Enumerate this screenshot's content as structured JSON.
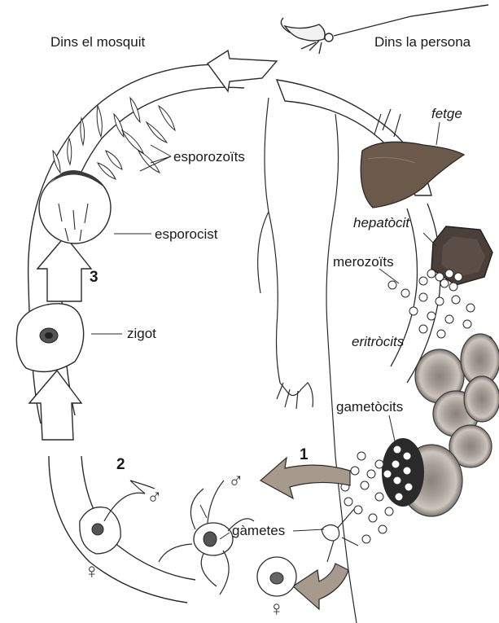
{
  "header": {
    "left_title": "Dins el mosquit",
    "right_title": "Dins la persona"
  },
  "labels": {
    "fetge": "fetge",
    "esporozoits": "esporozoïts",
    "hepatocit": "hepatòcit",
    "esporocist": "esporocist",
    "merozoits": "merozoïts",
    "zigot": "zigot",
    "eritrocits": "eritròcits",
    "gametocits": "gametòcits",
    "gametes": "gàmetes"
  },
  "steps": {
    "one": "1",
    "two": "2",
    "three": "3"
  },
  "symbols": {
    "male": "♂",
    "female": "♀"
  },
  "colors": {
    "liver": "#6b5a4a",
    "hepatocyte": "#4a403a",
    "erythrocyte": "#b9b2ab",
    "transfer_arrow": "#a69a8c",
    "outline": "#2a2a2a"
  }
}
